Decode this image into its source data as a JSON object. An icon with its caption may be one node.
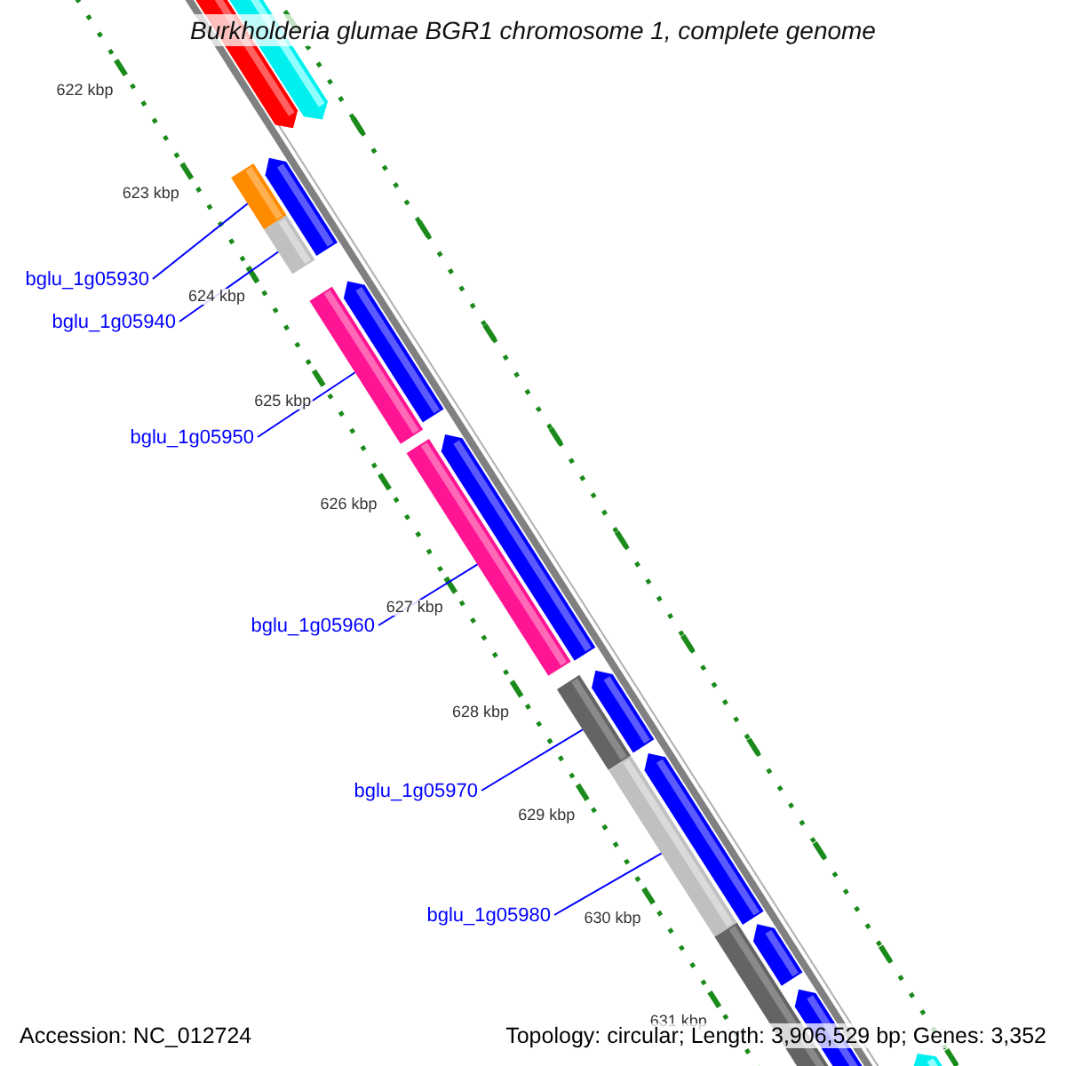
{
  "diagram": {
    "title": "Burkholderia glumae BGR1 chromosome 1, complete genome",
    "nodes": [
      {
        "text": [
          "bglu_1g05930"
        ]
      },
      {
        "text": [
          "bglu_1g05940"
        ]
      },
      {
        "text": [
          "bglu_1g05950"
        ]
      },
      {
        "text": [
          "bglu_1g05960"
        ]
      },
      {
        "text": [
          "bglu_1g05970"
        ]
      },
      {
        "text": [
          "bglu_1g05980"
        ]
      },
      {
        "text": [],
        "shape": "bar"
      },
      {
        "text": [],
        "shape": "bar"
      },
      {
        "text": [],
        "shape": "bar"
      },
      {
        "text": [],
        "shape": "bar"
      },
      {
        "text": [],
        "shape": "bar"
      },
      {
        "text": [],
        "shape": "bar"
      }
    ],
    "edges": [
      {
        "from": 0,
        "to": 6,
        "arrow": "none"
      },
      {
        "from": 1,
        "to": 7,
        "arrow": "none"
      },
      {
        "from": 2,
        "to": 8,
        "arrow": "none"
      },
      {
        "from": 3,
        "to": 9,
        "arrow": "none"
      },
      {
        "from": 4,
        "to": 10,
        "arrow": "none"
      },
      {
        "from": 5,
        "to": 11,
        "arrow": "none"
      }
    ],
    "labels": [
      "622 kbp",
      "623 kbp",
      "624 kbp",
      "625 kbp",
      "626 kbp",
      "627 kbp",
      "628 kbp",
      "629 kbp",
      "630 kbp",
      "631 kbp",
      "Accession: NC_012724",
      "Topology: circular; Length: 3,906,529 bp; Genes: 3,352"
    ]
  }
}
